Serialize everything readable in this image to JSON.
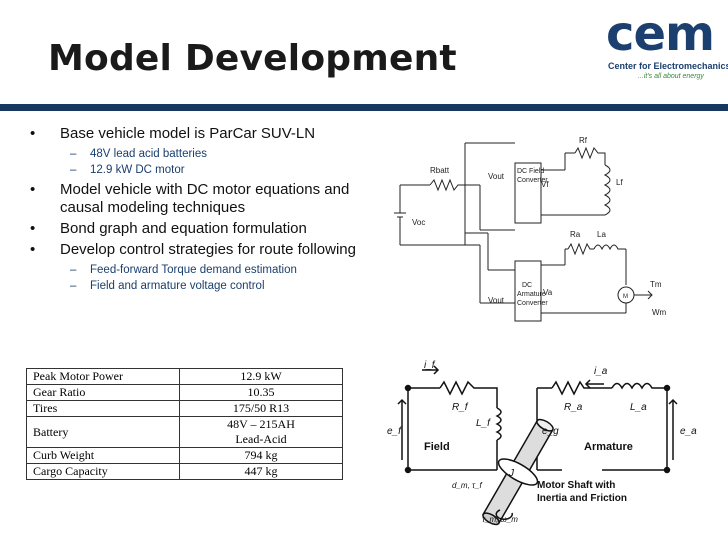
{
  "title": "Model Development",
  "logo": {
    "text": "cem",
    "subtitle": "Center for Electromechanics",
    "tagline": "...it's all about energy"
  },
  "bullets": [
    {
      "text": "Base vehicle model is ParCar SUV-LN",
      "sub": [
        "48V lead acid batteries",
        "12.9 kW DC motor"
      ]
    },
    {
      "text": "Model vehicle with DC motor equations and causal modeling techniques",
      "sub": []
    },
    {
      "text": "Bond graph and equation formulation",
      "sub": []
    },
    {
      "text": "Develop control strategies for route following",
      "sub": [
        "Feed-forward Torque demand estimation",
        "Field and armature voltage control"
      ]
    }
  ],
  "circuit": {
    "labels": {
      "rbatt": "Rbatt",
      "voc": "Voc",
      "vout1": "Vout",
      "vout2": "Vout",
      "field_conv": [
        "DC Field",
        "Converter"
      ],
      "arm_conv": [
        "DC",
        "Armature",
        "Converter"
      ],
      "vf": "Vf",
      "va": "Va",
      "rf": "Rf",
      "lf": "Lf",
      "ra": "Ra",
      "la": "La",
      "m": "M",
      "tm": "Tm",
      "wm": "Wm"
    }
  },
  "specs": {
    "rows": [
      {
        "label": "Peak Motor Power",
        "value": "12.9 kW"
      },
      {
        "label": "Gear Ratio",
        "value": "10.35"
      },
      {
        "label": "Tires",
        "value": "175/50 R13"
      },
      {
        "label": "Battery",
        "value": "48V – 215AH",
        "value2": "Lead-Acid"
      },
      {
        "label": "Curb Weight",
        "value": "794 kg"
      },
      {
        "label": "Cargo Capacity",
        "value": "447 kg"
      }
    ]
  },
  "bondgraph": {
    "labels": {
      "if": "i_f",
      "ia": "i_a",
      "rf": "R_f",
      "lf": "L_f",
      "ra": "R_a",
      "la": "L_a",
      "ef": "e_f",
      "eg": "e_g",
      "ea": "e_a",
      "j": "J",
      "field": "Field",
      "armature": "Armature",
      "shaft1": "Motor Shaft with",
      "shaft2": "Inertia and Friction",
      "dm": "d_m, τ_f",
      "tm": "τ_m, ω_m"
    }
  }
}
